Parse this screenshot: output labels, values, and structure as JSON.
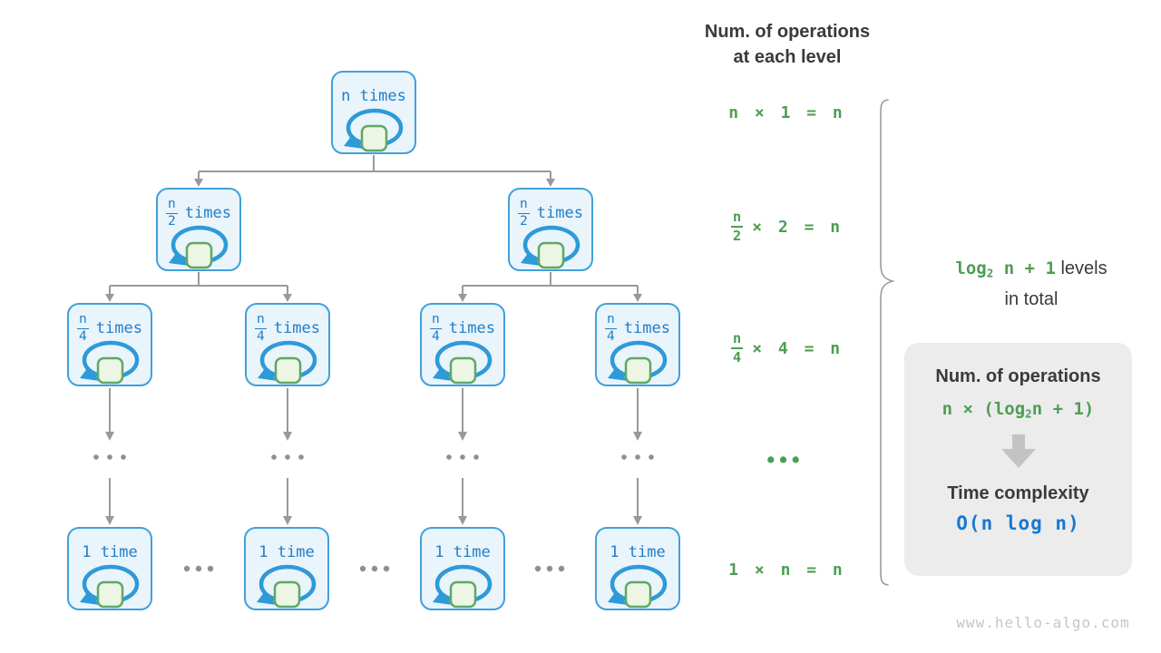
{
  "header": {
    "line1": "Num. of operations",
    "line2": "at each level"
  },
  "tree": {
    "ellipsis": "...",
    "nodes": [
      {
        "label": "n times"
      },
      {
        "numerator": "n",
        "denominator": "2",
        "suffix": "times"
      },
      {
        "numerator": "n",
        "denominator": "2",
        "suffix": "times"
      },
      {
        "numerator": "n",
        "denominator": "4",
        "suffix": "times"
      },
      {
        "numerator": "n",
        "denominator": "4",
        "suffix": "times"
      },
      {
        "numerator": "n",
        "denominator": "4",
        "suffix": "times"
      },
      {
        "numerator": "n",
        "denominator": "4",
        "suffix": "times"
      },
      {
        "label": "1 time"
      },
      {
        "label": "1 time"
      },
      {
        "label": "1 time"
      },
      {
        "label": "1 time"
      }
    ]
  },
  "levels": [
    {
      "formula": "n × 1 = n"
    },
    {
      "numerator": "n",
      "denominator": "2",
      "rest": "× 2 = n"
    },
    {
      "numerator": "n",
      "denominator": "4",
      "rest": "× 4 = n"
    },
    {
      "dots": "•••"
    },
    {
      "formula": "1 × n = n"
    }
  ],
  "brace": {
    "log": "log",
    "sub": "2",
    "rest": "n + 1",
    "suffix": "levels",
    "line2": "in total"
  },
  "panel": {
    "title_top": "Num. of operations",
    "f_prefix": "n × (",
    "f_log": "log",
    "f_sub": "2",
    "f_rest": "n + 1)",
    "title_bottom": "Time complexity",
    "complexity": "O(n log n)"
  },
  "watermark": "www.hello-algo.com",
  "colors": {
    "node_border": "#41a0dc",
    "node_fill": "#e9f4fb",
    "node_text": "#1f7ec8",
    "loop_blue": "#2e9ad8",
    "square_green": "#61a766",
    "square_fill": "#edf6e4",
    "formula_green": "#4d9e53",
    "complexity_blue": "#1878d2",
    "connector_gray": "#999999",
    "dark_text": "#3a3a3a",
    "panel_bg": "#ececec"
  }
}
